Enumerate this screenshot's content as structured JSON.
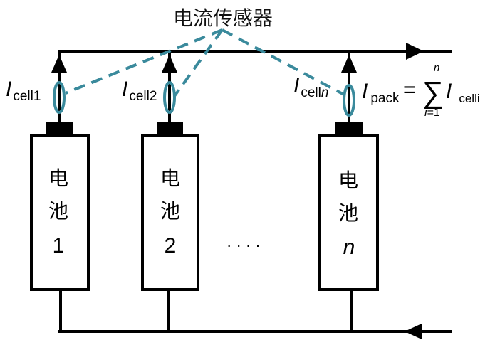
{
  "diagram": {
    "title_label": "电流传感器",
    "colors": {
      "wire": "#000000",
      "sensor": "#3a8a9c",
      "background": "#ffffff"
    },
    "cells": [
      {
        "line1": "电",
        "line2": "池",
        "index": "1",
        "current_main": "I",
        "current_sub": "cell1",
        "index_italic": false
      },
      {
        "line1": "电",
        "line2": "池",
        "index": "2",
        "current_main": "I",
        "current_sub": "cell2",
        "index_italic": false
      },
      {
        "line1": "电",
        "line2": "池",
        "index": "n",
        "current_main": "I",
        "current_sub": "cell",
        "current_sub_tail": "n",
        "index_italic": true
      }
    ],
    "ellipsis": "· · · ·",
    "formula": {
      "lhs_main": "I",
      "lhs_sub": "pack",
      "equals": "=",
      "sigma": "∑",
      "upper": "n",
      "lower_var": "i",
      "lower_eq": "=",
      "lower_val": "1",
      "term_main": "I",
      "term_sub": "celli"
    }
  }
}
